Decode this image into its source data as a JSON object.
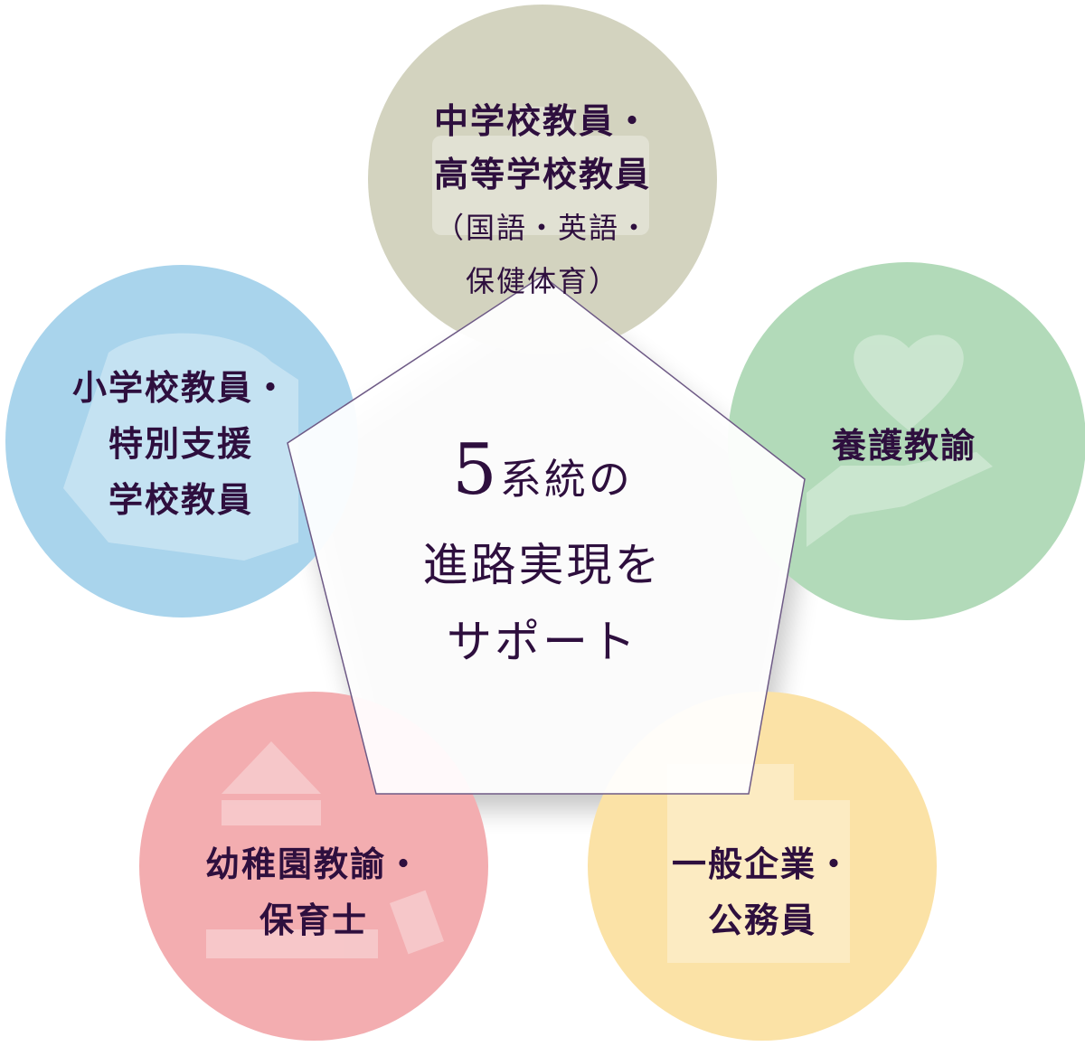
{
  "center": {
    "line1_number": "5",
    "line1_text": "系統の",
    "line2": "進路実現を",
    "line3": "サポート"
  },
  "nodes": [
    {
      "id": "secondary",
      "lines": [
        "中学校教員・",
        "高等学校教員",
        "（国語・英語・",
        "保健体育）"
      ],
      "color": "#d3d3bf",
      "icon": "school-building-icon"
    },
    {
      "id": "nurse",
      "lines": [
        "養護教諭"
      ],
      "color": "#b2dab9",
      "icon": "heart-in-hand-icon"
    },
    {
      "id": "corporate",
      "lines": [
        "一般企業・",
        "公務員"
      ],
      "color": "#fbe2a6",
      "icon": "office-building-icon"
    },
    {
      "id": "kindergarten",
      "lines": [
        "幼稚園教諭・",
        "保育士"
      ],
      "color": "#f3adb0",
      "icon": "toy-blocks-icon"
    },
    {
      "id": "elementary",
      "lines": [
        "小学校教員・",
        "特別支援",
        "学校教員"
      ],
      "color": "#a9d4ec",
      "icon": "school-bag-icon"
    }
  ],
  "colors": {
    "text": "#2e0f3e",
    "pentagon_stroke": "#6e5a86",
    "icon_overlay": "#ffffff"
  }
}
